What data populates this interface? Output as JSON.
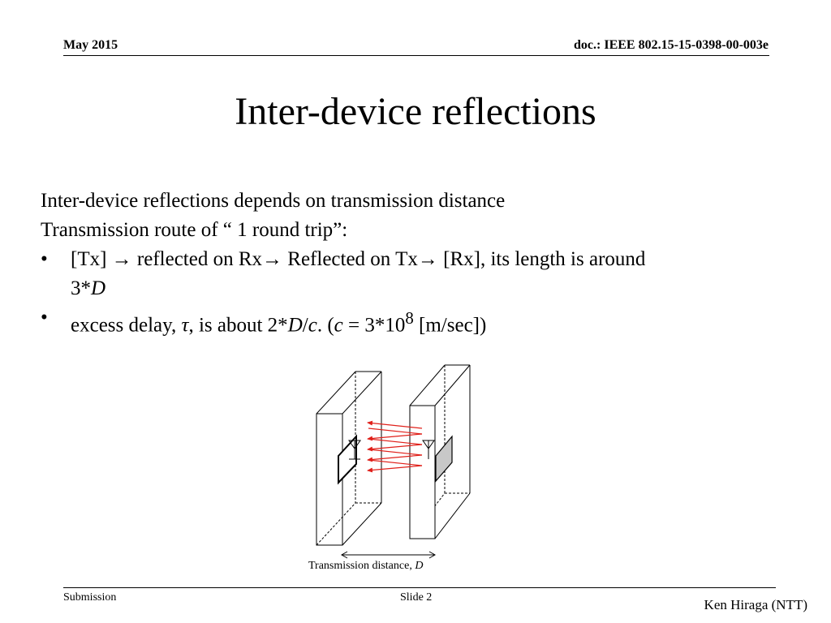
{
  "header": {
    "date": "May 2015",
    "doc_id": "doc.: IEEE 802.15-15-0398-00-003e"
  },
  "title": "Inter-device reflections",
  "body": {
    "line1": "Inter-device reflections depends on transmission distance",
    "line2": "Transmission route of “ 1 round trip”:",
    "bullet_char": "•",
    "bullet1_text": "[Tx] → reflected on Rx→ Reflected on Tx→ [Rx], its length is around",
    "bullet1_cont_prefix": "3*",
    "var_D": "D",
    "b2_part1": "excess delay, ",
    "b2_tau": "τ",
    "b2_part2": ", is about 2*",
    "b2_part3": "/",
    "b2_c": "c",
    "b2_part4": ". (",
    "b2_part5": " = 3*10",
    "b2_exp": "8",
    "b2_part6": " [m/sec])"
  },
  "diagram": {
    "caption_prefix": "Transmission distance, ",
    "caption_var": "D",
    "arrow_color": "#e0201a",
    "rx_panel_fill": "#c8c8c8"
  },
  "footer": {
    "left": "Submission",
    "center": "Slide 2",
    "right": "Ken Hiraga (NTT)"
  }
}
